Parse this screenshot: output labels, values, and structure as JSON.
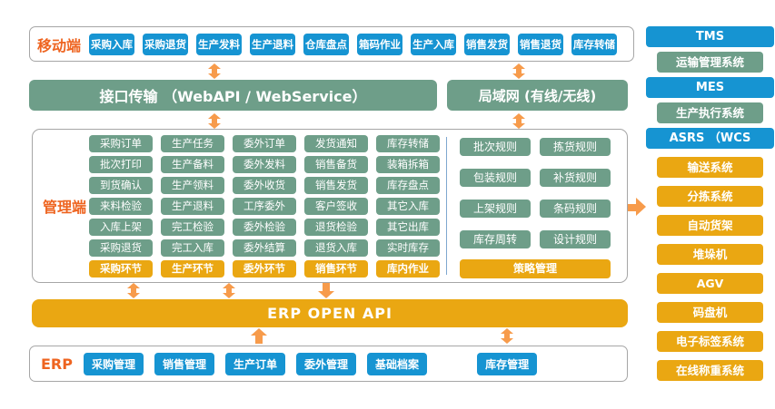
{
  "colors": {
    "button_blue": "#1694D2",
    "button_green": "#6E9E89",
    "button_gold": "#EAA712",
    "arrow_orange": "#F79B4B",
    "label_orange": "#EE6420"
  },
  "mobile": {
    "label": "移动端",
    "buttons": [
      "采购入库",
      "采购退货",
      "生产发料",
      "生产退料",
      "仓库盘点",
      "箱码作业",
      "生产入库",
      "销售发货",
      "销售退货",
      "库存转储"
    ]
  },
  "middleware": {
    "api_bar": "接口传输 （WebAPI / WebService）",
    "lan_bar": "局域网 (有线/无线)"
  },
  "management": {
    "label": "管理端",
    "columns": [
      {
        "items": [
          "采购订单",
          "批次打印",
          "到货确认",
          "来料检验",
          "入库上架",
          "采购退货"
        ],
        "footer": "采购环节"
      },
      {
        "items": [
          "生产任务",
          "生产备料",
          "生产领料",
          "生产退料",
          "完工检验",
          "完工入库"
        ],
        "footer": "生产环节"
      },
      {
        "items": [
          "委外订单",
          "委外发料",
          "委外收货",
          "工序委外",
          "委外检验",
          "委外结算"
        ],
        "footer": "委外环节"
      },
      {
        "items": [
          "发货通知",
          "销售备货",
          "销售发货",
          "客户签收",
          "退货检验",
          "退货入库"
        ],
        "footer": "销售环节"
      },
      {
        "items": [
          "库存转储",
          "装箱拆箱",
          "库存盘点",
          "其它入库",
          "其它出库",
          "实时库存"
        ],
        "footer": "库内作业"
      }
    ],
    "rules": {
      "items": [
        "批次规则",
        "拣货规则",
        "包装规则",
        "补货规则",
        "上架规则",
        "条码规则",
        "库存周转",
        "设计规则"
      ],
      "footer": "策略管理"
    }
  },
  "erp_api": {
    "label": "ERP  OPEN API"
  },
  "erp": {
    "label": "ERP",
    "buttons": [
      "采购管理",
      "销售管理",
      "生产订单",
      "委外管理",
      "基础档案"
    ],
    "inventory": "库存管理"
  },
  "sidebar": {
    "items": [
      "TMS",
      "运输管理系统",
      "MES",
      "生产执行系统",
      "ASRS （WCS",
      "输送系统",
      "分拣系统",
      "自动货架",
      "堆垛机",
      "AGV",
      "码盘机",
      "电子标签系统",
      "在线称重系统"
    ]
  }
}
